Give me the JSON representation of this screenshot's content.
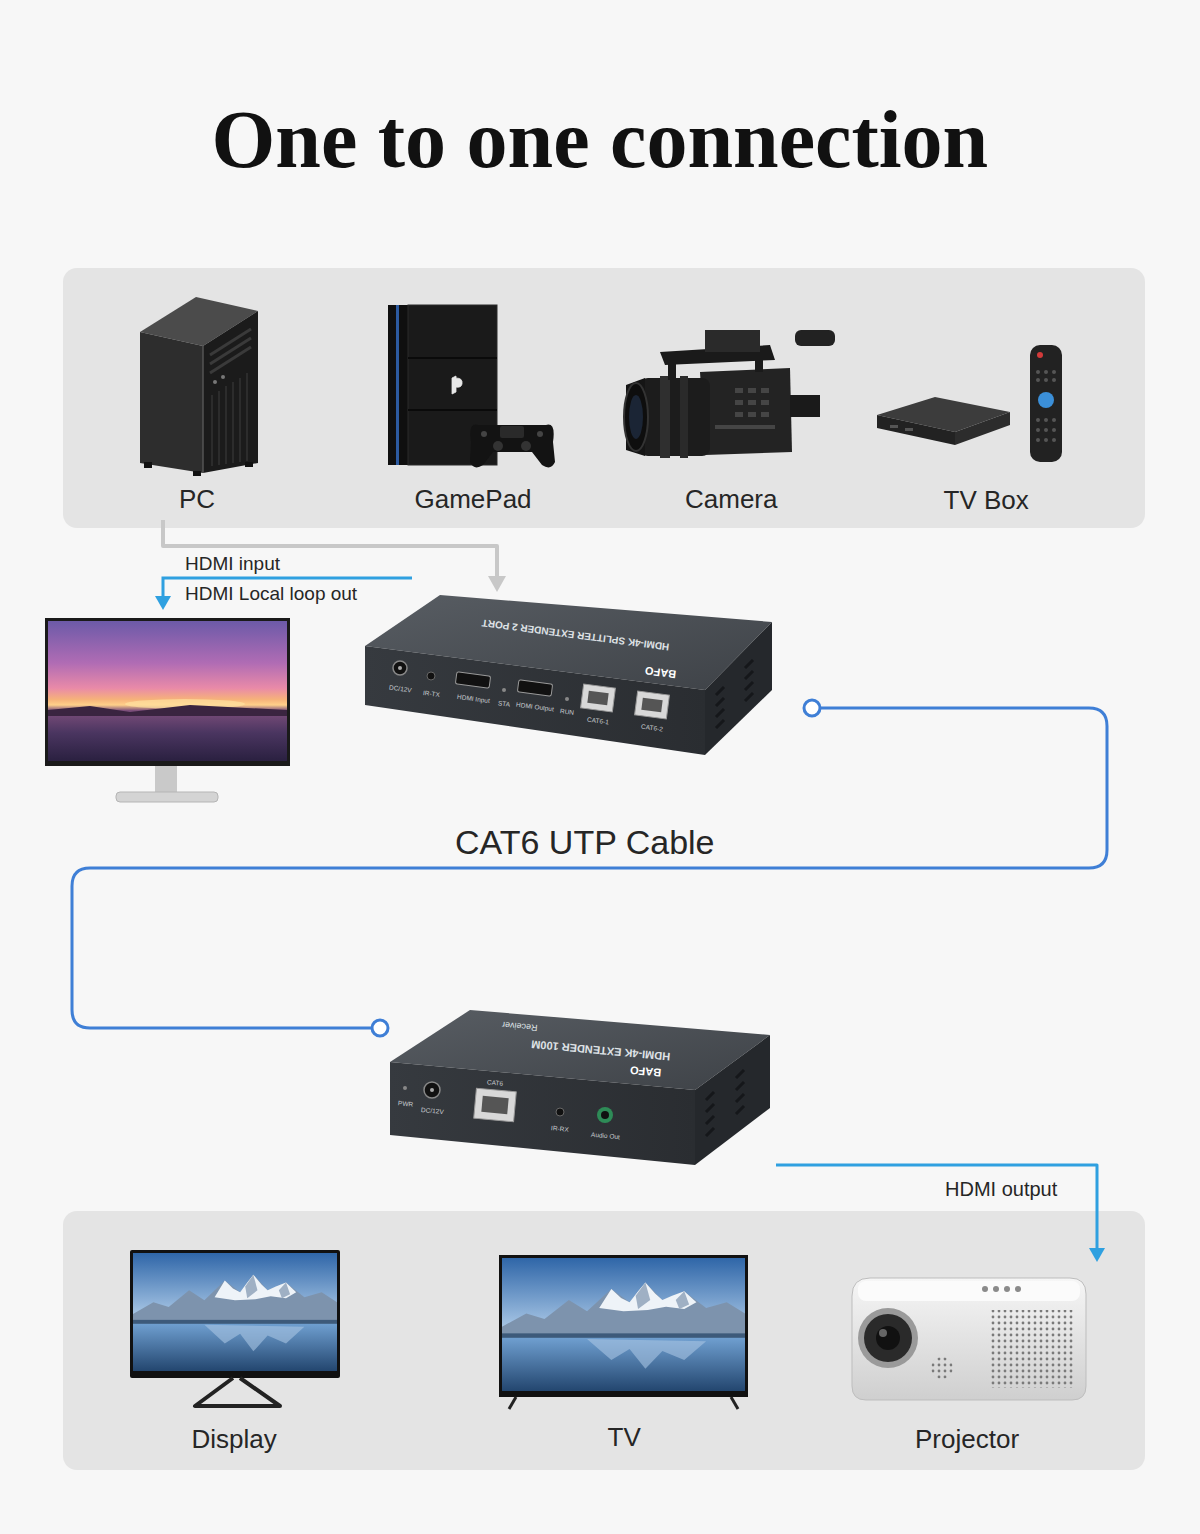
{
  "diagram": {
    "title": "One to one connection",
    "nodes": [
      {
        "text": [
          "PC"
        ]
      },
      {
        "text": [
          "GamePad"
        ]
      },
      {
        "text": [
          "Camera"
        ]
      },
      {
        "text": [
          "TV Box"
        ]
      },
      {
        "text": [
          "HDMI-4K SPLITTER EXTENDER 2 PORT",
          "BAFO",
          "DC/12V",
          "IR-TX",
          "HDMI Input",
          "STA",
          "HDMI Output",
          "RUN",
          "CAT6-1",
          "CAT6-2"
        ]
      },
      {
        "text": [
          "Receiver",
          "HDMI-4K EXTENDER 100M",
          "BAFO",
          "PWR",
          "DC/12V",
          "CAT6",
          "IR-RX",
          "Audio Out"
        ]
      },
      {
        "text": [
          "Display"
        ]
      },
      {
        "text": [
          "TV"
        ]
      },
      {
        "text": [
          "Projector"
        ]
      }
    ],
    "edges": [
      {
        "from": 0,
        "to": 4,
        "arrow": "to",
        "label": "HDMI input"
      },
      {
        "from": 4,
        "to": 5,
        "arrow": "none",
        "label": "CAT6 UTP Cable"
      },
      {
        "from": 5,
        "to": 8,
        "arrow": "to",
        "label": "HDMI output"
      }
    ],
    "labels": [
      "HDMI Local loop out"
    ]
  }
}
